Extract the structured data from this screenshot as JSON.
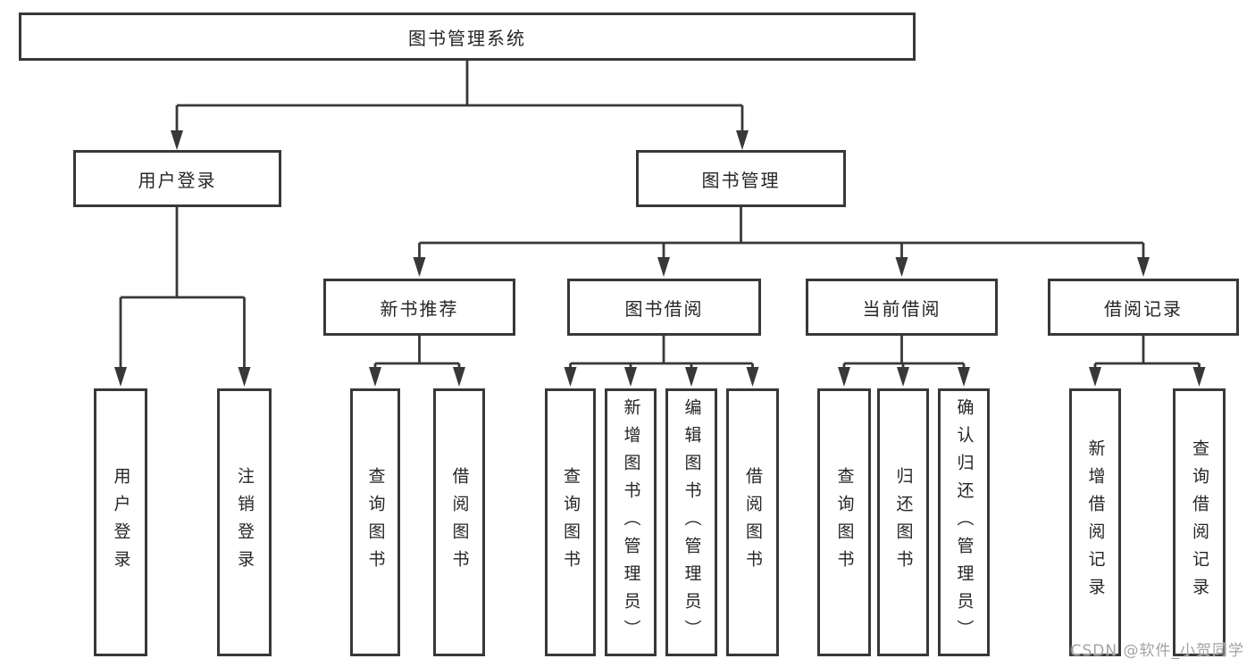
{
  "diagram": {
    "root": {
      "label": "图书管理系统"
    },
    "level2": [
      {
        "label": "用户登录"
      },
      {
        "label": "图书管理"
      }
    ],
    "level3": [
      {
        "label": "新书推荐"
      },
      {
        "label": "图书借阅"
      },
      {
        "label": "当前借阅"
      },
      {
        "label": "借阅记录"
      }
    ],
    "leaves": {
      "user_login": [
        "用户登录",
        "注销登录"
      ],
      "new_book": [
        "查询图书",
        "借阅图书"
      ],
      "book_borrow": [
        "查询图书",
        "新增图书（管理员）",
        "编辑图书（管理员）",
        "借阅图书"
      ],
      "current_borrow": [
        "查询图书",
        "归还图书",
        "确认归还（管理员）"
      ],
      "borrow_record": [
        "新增借阅记录",
        "查询借阅记录"
      ]
    }
  },
  "watermark": "CSDN @软件_小贺同学",
  "colors": {
    "line": "#383838",
    "text": "#262626",
    "watermark": "#a3a3a3"
  }
}
